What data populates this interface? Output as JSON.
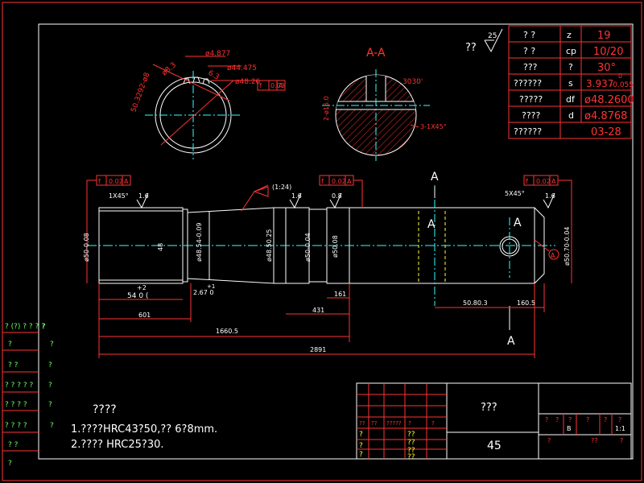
{
  "view_label": "A-A",
  "view_marker": "A",
  "notes": {
    "title": "????",
    "line1": "1.????HRC43?50,?? 6?8mm.",
    "line2": "2.???? HRC25?30."
  },
  "roughness_general": {
    "label": "??",
    "value": "25"
  },
  "spline_table": {
    "rows": [
      {
        "name": "? ?",
        "symbol": "z",
        "value": "19"
      },
      {
        "name": "? ?",
        "symbol": "cp",
        "value": "10/20"
      },
      {
        "name": "???",
        "symbol": "?",
        "value": "30°"
      },
      {
        "name": "??????",
        "symbol": "s",
        "value": "3.937",
        "tol_upper": "0",
        "tol_lower": "-0.055"
      },
      {
        "name": "?????",
        "symbol": "df",
        "value": "ø48.2600"
      },
      {
        "name": "????",
        "symbol": "d",
        "value": "ø4.8768"
      },
      {
        "name": "??????",
        "symbol": "",
        "value": "03-28"
      }
    ]
  },
  "section_dims": {
    "d1": "ø4.877",
    "d2": "ø44.475",
    "d3": "ø48.26",
    "d4": "ø8.3",
    "d5": "6.3",
    "d6": "50.3292-ø8",
    "tol": "0.03",
    "datum": "A",
    "keyway_depth": "2-ø15.0",
    "angle": "3030'",
    "chamfer": "3-1X45°"
  },
  "main_dims": {
    "gtol1": "0.02",
    "gtol2": "0.02",
    "gtol3": "0.02",
    "datum": "A",
    "chamfer_left": "1X45°",
    "chamfer_right": "5X45°",
    "rough1": "1.6",
    "rough2": "1.6",
    "rough3": "0.8",
    "rough4": "1.6",
    "taper": "(1:24)",
    "dia1": "ø50-0.08",
    "dia2": "48",
    "dia3": "ø48.54-0.09",
    "dia4": "ø48.50.25",
    "dia5": "ø50-0.04",
    "dia6": "ø50.08",
    "dia7": "ø50.70-0.04",
    "len_54": "54 0 (",
    "tol_plus2": "+2",
    "tol_plus1": "+1",
    "len_267": "2.67 0",
    "len_601": "601",
    "len_161": "161",
    "len_431": "431",
    "len_1660": "1660.5",
    "len_2891": "2891",
    "len_5080": "50.80.3",
    "len_1605": "160.5"
  },
  "revision_rows": [
    "? (?) ? ? ? ?",
    "?",
    "? ?",
    "? ? ? ? ?",
    "? ? ? ?",
    "? ? ? ?",
    "? ?",
    "?"
  ],
  "revision_side": [
    "?",
    "?",
    "?",
    "?",
    "?",
    "?"
  ],
  "title_block": {
    "part_name": "???",
    "material": "45",
    "header_cells": [
      "??",
      "??",
      "?????",
      "?",
      "?"
    ],
    "yellow_cells": [
      "?",
      "?",
      "?",
      "??",
      "??",
      "??",
      "??"
    ],
    "right_top": [
      "?",
      "?",
      "?",
      "?",
      "?",
      "?"
    ],
    "right_mid": [
      "B",
      "1:1"
    ],
    "right_bottom": [
      "?",
      "??",
      "?"
    ]
  }
}
